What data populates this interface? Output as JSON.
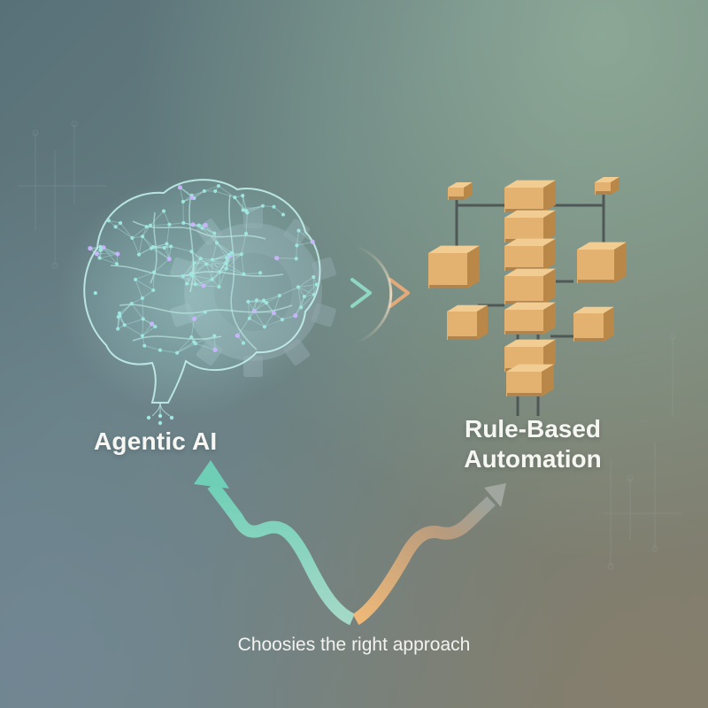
{
  "left_concept": {
    "label": "Agentic AI",
    "icon": "brain-circuit-icon"
  },
  "right_concept": {
    "label_line1": "Rule-Based",
    "label_line2": "Automation",
    "icon": "block-structure-icon"
  },
  "caption": "Choosies the right approach",
  "colors": {
    "brain_glow": "#9fe8e2",
    "node_purple": "#c9b5ff",
    "gear": "#8fa6ab",
    "block_face": "#e3b270",
    "left_arrow": "#8fd7c3",
    "right_arrow": "#e6b27a",
    "chevron_teal": "#8fd7c3",
    "chevron_orange": "#e3a979"
  }
}
